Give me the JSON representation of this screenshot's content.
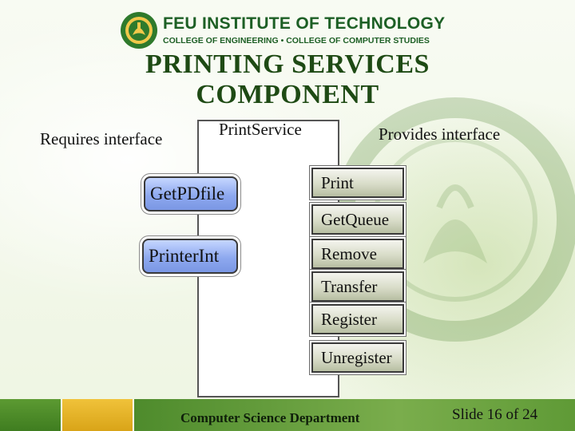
{
  "header": {
    "institution_name": "FEU INSTITUTE OF TECHNOLOGY",
    "colleges": "COLLEGE OF ENGINEERING • COLLEGE OF COMPUTER STUDIES"
  },
  "title_line1": "PRINTING SERVICES",
  "title_line2": "COMPONENT",
  "diagram": {
    "requires_label": "Requires interface",
    "provides_label": "Provides interface",
    "component_name": "PrintService",
    "requires": [
      "GetPDfile",
      "PrinterInt"
    ],
    "provides": [
      "Print",
      "GetQueue",
      "Remove",
      "Transfer",
      "Register",
      "Unregister"
    ]
  },
  "footer": {
    "department": "Computer Science Department",
    "slide_number": "Slide 16 of 24"
  },
  "colors": {
    "brand_green": "#1d5f25",
    "requires_fill": "#8ea9ef",
    "provides_fill": "#d8dcc8",
    "footer_yellow": "#f0c23a"
  }
}
